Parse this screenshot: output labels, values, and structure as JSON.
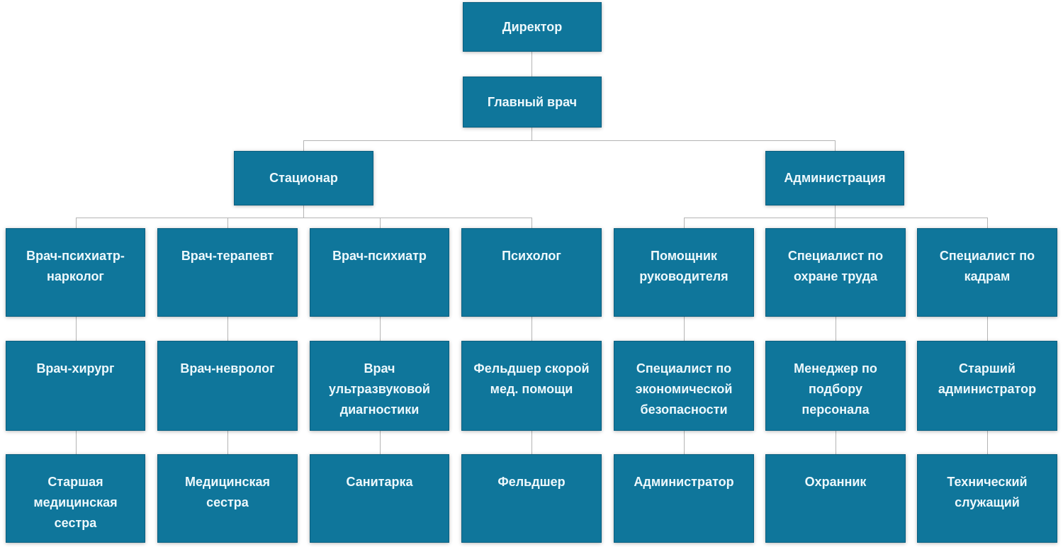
{
  "diagram": {
    "type": "org-chart",
    "language": "ru",
    "levels": 5
  },
  "colors": {
    "node_fill": "#0f769b",
    "node_border": "#0a5f80",
    "node_text": "#edf8fc",
    "connector": "#b4b4b4",
    "background": "#ffffff"
  },
  "nodes": {
    "director": {
      "label": "Директор",
      "parent": null
    },
    "chief_physician": {
      "label": "Главный врач",
      "parent": "director"
    },
    "inpatient": {
      "label": "Стационар",
      "parent": "chief_physician"
    },
    "administration": {
      "label": "Администрация",
      "parent": "chief_physician"
    },
    "psychiatrist_narcologist": {
      "label": "Врач-психиатр-\nнарколог",
      "parent": "inpatient"
    },
    "therapist": {
      "label": "Врач-терапевт",
      "parent": "inpatient"
    },
    "psychiatrist": {
      "label": "Врач-психиатр",
      "parent": "inpatient"
    },
    "psychologist": {
      "label": "Психолог",
      "parent": "inpatient"
    },
    "assistant_to_director": {
      "label": "Помощник\nруководителя",
      "parent": "administration"
    },
    "labor_safety_specialist": {
      "label": "Специалист по\nохране труда",
      "parent": "administration"
    },
    "hr_specialist": {
      "label": "Специалист по\nкадрам",
      "parent": "administration"
    },
    "surgeon": {
      "label": "Врач-хирург",
      "parent": "psychiatrist_narcologist"
    },
    "neurologist": {
      "label": "Врач-невролог",
      "parent": "therapist"
    },
    "ultrasound_doctor": {
      "label": "Врач\nультразвуковой\nдиагностики",
      "parent": "psychiatrist"
    },
    "ambulance_paramedic": {
      "label": "Фельдшер скорой\nмед. помощи",
      "parent": "psychologist"
    },
    "economic_security_specialist": {
      "label": "Специалист по\nэкономической\nбезопасности",
      "parent": "assistant_to_director"
    },
    "recruiting_manager": {
      "label": "Менеджер по\nподбору\nперсонала",
      "parent": "labor_safety_specialist"
    },
    "senior_administrator": {
      "label": "Старший\nадминистратор",
      "parent": "hr_specialist"
    },
    "head_nurse": {
      "label": "Старшая\nмедицинская\nсестра",
      "parent": "surgeon"
    },
    "nurse": {
      "label": "Медицинская\nсестра",
      "parent": "neurologist"
    },
    "orderly": {
      "label": "Санитарка",
      "parent": "ultrasound_doctor"
    },
    "paramedic": {
      "label": "Фельдшер",
      "parent": "ambulance_paramedic"
    },
    "administrator": {
      "label": "Администратор",
      "parent": "economic_security_specialist"
    },
    "guard": {
      "label": "Охранник",
      "parent": "recruiting_manager"
    },
    "technical_worker": {
      "label": "Технический\nслужащий",
      "parent": "senior_administrator"
    }
  }
}
